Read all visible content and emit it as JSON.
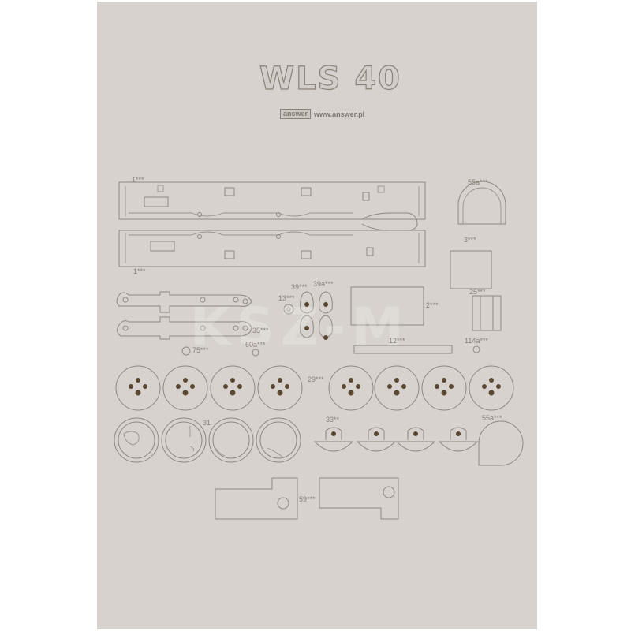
{
  "sheet": {
    "title": "WLS 40",
    "brand": "answer",
    "url": "www.answer.pl",
    "watermark": "KSZ-M"
  },
  "labels": [
    {
      "id": "1a",
      "text": "1***"
    },
    {
      "id": "1b",
      "text": "1***"
    },
    {
      "id": "55a_top",
      "text": "55a***"
    },
    {
      "id": "3",
      "text": "3***"
    },
    {
      "id": "25",
      "text": "25***"
    },
    {
      "id": "13",
      "text": "13***"
    },
    {
      "id": "39",
      "text": "39***"
    },
    {
      "id": "39a",
      "text": "39a***"
    },
    {
      "id": "2",
      "text": "2***"
    },
    {
      "id": "35",
      "text": "35***"
    },
    {
      "id": "60a",
      "text": "60a***"
    },
    {
      "id": "12",
      "text": "12***"
    },
    {
      "id": "114a",
      "text": "114a***"
    },
    {
      "id": "75",
      "text": "75***"
    },
    {
      "id": "29",
      "text": "29***"
    },
    {
      "id": "31",
      "text": "31"
    },
    {
      "id": "33",
      "text": "33**"
    },
    {
      "id": "55a_bottom",
      "text": "55a***"
    },
    {
      "id": "59",
      "text": "59***"
    }
  ]
}
